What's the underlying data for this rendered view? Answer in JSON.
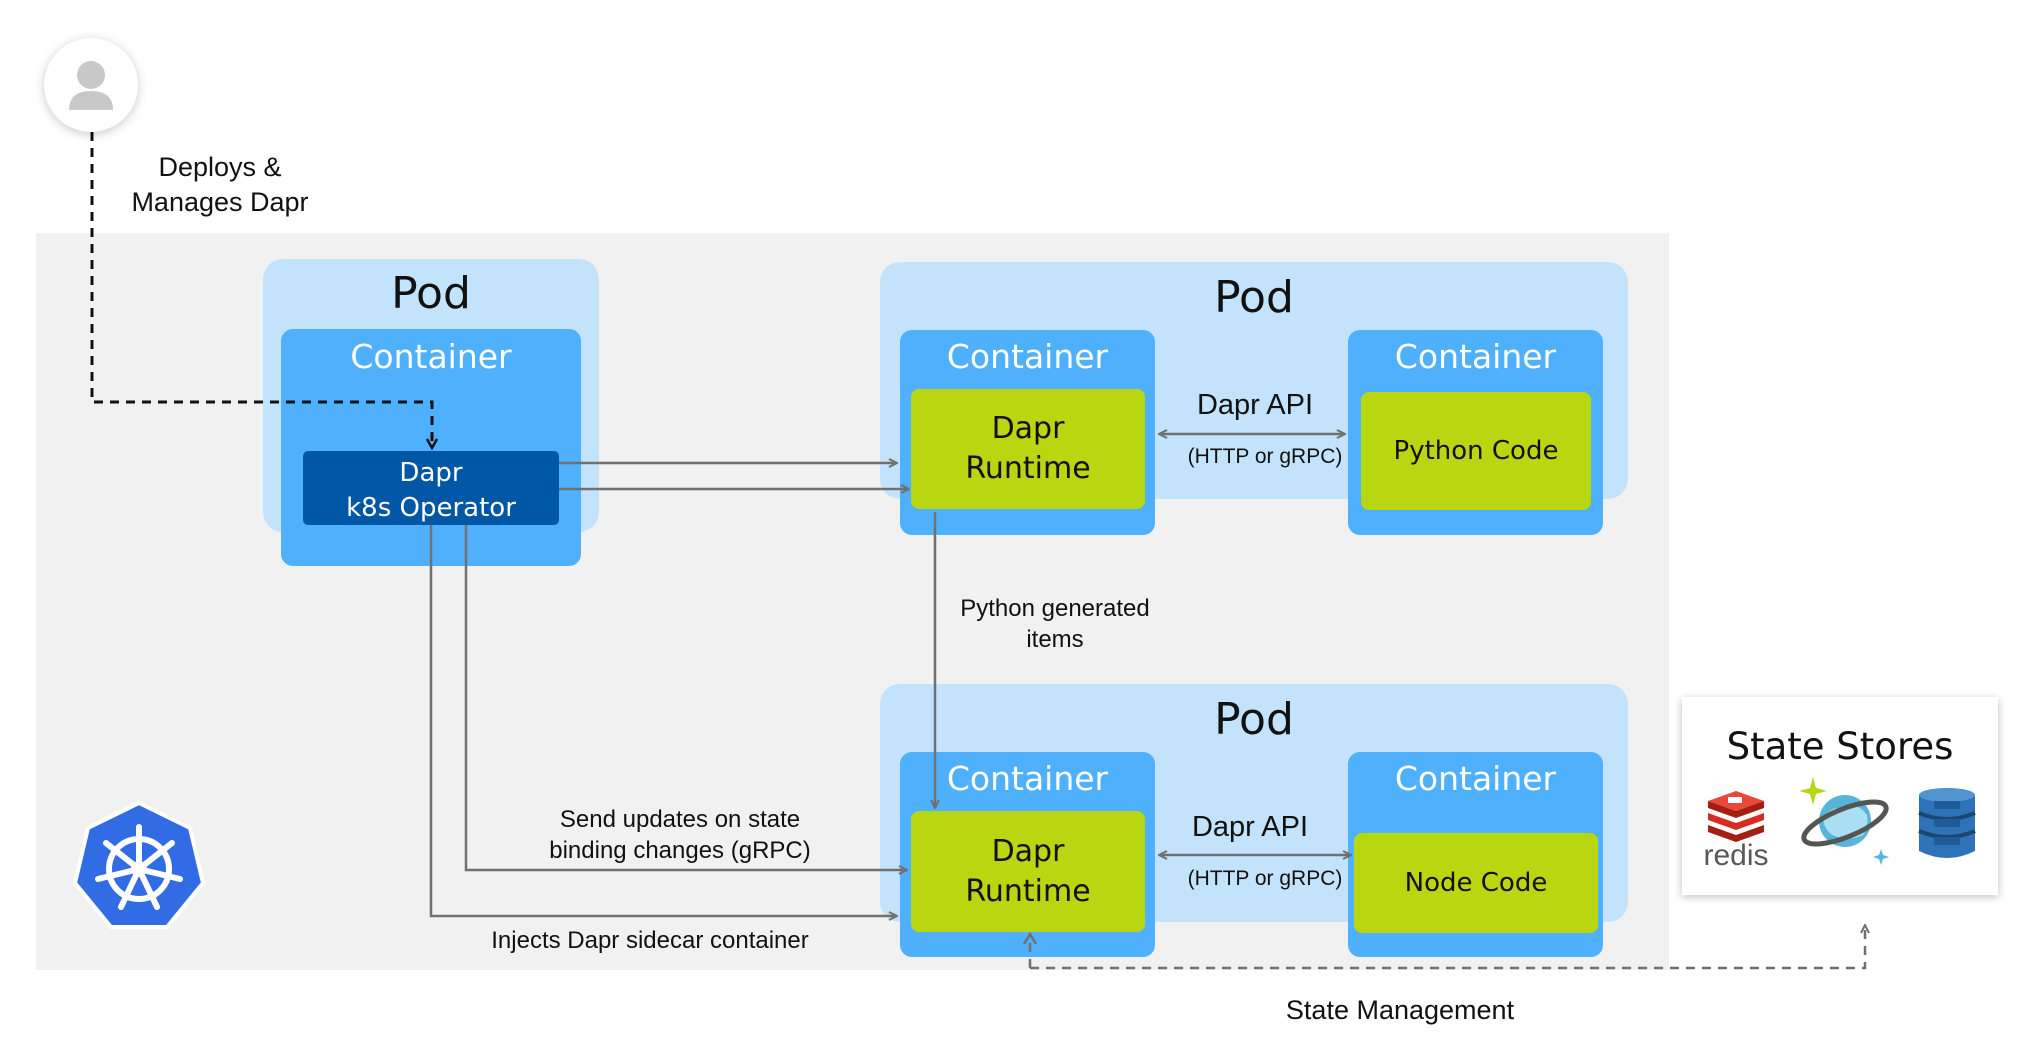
{
  "user": {
    "icon": "user-icon"
  },
  "deploy_note": {
    "line1": "Deploys &",
    "line2": "Manages Dapr"
  },
  "pods": {
    "operator_pod": {
      "label": "Pod",
      "container_label": "Container",
      "operator": {
        "line1": "Dapr",
        "line2": "k8s Operator"
      }
    },
    "python_pod": {
      "label": "Pod",
      "runtime_container_label": "Container",
      "runtime": {
        "line1": "Dapr",
        "line2": "Runtime"
      },
      "app_container_label": "Container",
      "app": "Python Code",
      "api": {
        "label": "Dapr API",
        "protocol": "(HTTP or gRPC)"
      }
    },
    "node_pod": {
      "label": "Pod",
      "runtime_container_label": "Container",
      "runtime": {
        "line1": "Dapr",
        "line2": "Runtime"
      },
      "app_container_label": "Container",
      "app": "Node Code",
      "api": {
        "label": "Dapr API",
        "protocol": "(HTTP or gRPC)"
      }
    }
  },
  "edges": {
    "python_items": {
      "line1": "Python generated",
      "line2": "items"
    },
    "send_updates": {
      "line1": "Send updates on state",
      "line2": "binding changes (gRPC)"
    },
    "injects": "Injects Dapr sidecar container",
    "state_management": "State Management"
  },
  "state_stores": {
    "title": "State Stores",
    "redis_wordmark": "redis",
    "icons": [
      "redis-icon",
      "cosmos-db-icon",
      "dynamodb-icon"
    ]
  },
  "kubernetes": {
    "icon": "kubernetes-icon"
  },
  "colors": {
    "pod": "#c3e3fc",
    "container": "#4fb0fd",
    "runtime": "#b8d710",
    "operator": "#0057a6",
    "cluster": "#f1f1f1",
    "kubernetes": "#326ce5",
    "redis": "#d82c20"
  }
}
